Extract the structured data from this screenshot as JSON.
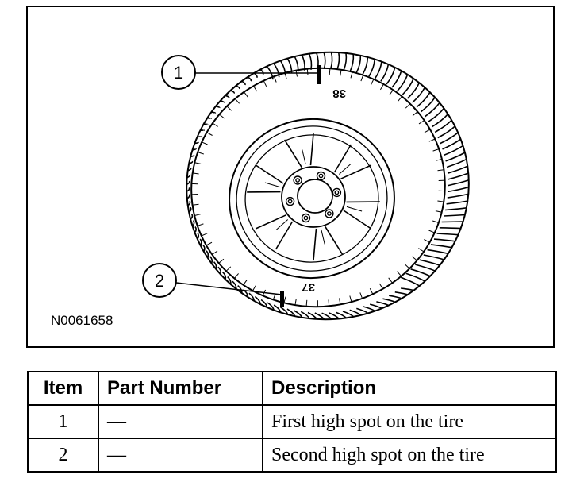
{
  "figure": {
    "id": "N0061658",
    "callouts": [
      {
        "number": "1",
        "mark": "38"
      },
      {
        "number": "2",
        "mark": "37"
      }
    ]
  },
  "table": {
    "headers": {
      "item": "Item",
      "part_number": "Part Number",
      "description": "Description"
    },
    "rows": [
      {
        "item": "1",
        "part_number": "—",
        "description": "First high spot on the tire"
      },
      {
        "item": "2",
        "part_number": "—",
        "description": "Second high spot on the tire"
      }
    ]
  }
}
